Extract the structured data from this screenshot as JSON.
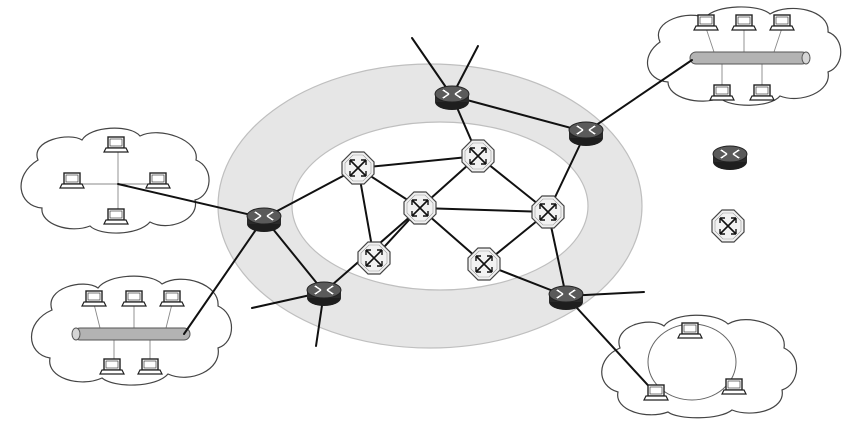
{
  "diagram": {
    "type": "network-topology",
    "colors": {
      "background": "#ffffff",
      "outer_ring": "#e6e6e6",
      "inner_ring": "#ffffff",
      "ring_stroke": "#bfbfbf",
      "link": "#111111",
      "router_body": "#2a2a2a",
      "router_top": "#5a5a5a",
      "switch_fill": "#f2f2f2",
      "cloud_fill": "#ffffff",
      "cloud_stroke": "#444444",
      "bus_fill": "#b3b3b3",
      "laptop_stroke": "#222222"
    },
    "node_kinds": [
      "edge-router",
      "core-switch",
      "laptop",
      "bus-segment",
      "cloud-lan"
    ],
    "legend_items": [
      {
        "kind": "edge-router",
        "icon": "router-icon"
      },
      {
        "kind": "core-switch",
        "icon": "switch-icon"
      }
    ]
  }
}
